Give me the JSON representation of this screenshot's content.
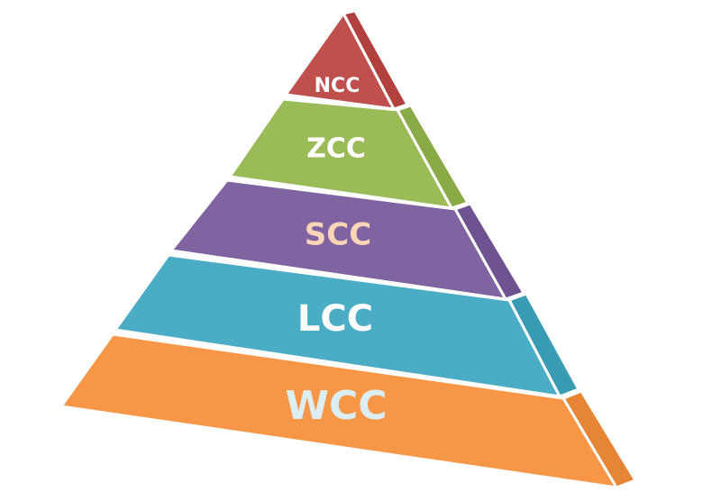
{
  "diagram": {
    "type": "pyramid",
    "tiers": [
      {
        "label": "NCC",
        "front_color": "#c0504d",
        "side_color": "#b2403d",
        "label_color": "#ffffff"
      },
      {
        "label": "ZCC",
        "front_color": "#9bbb59",
        "side_color": "#8aaa48",
        "label_color": "#ffffff"
      },
      {
        "label": "SCC",
        "front_color": "#8064a2",
        "side_color": "#6f5391",
        "label_color": "#fbd5b5"
      },
      {
        "label": "LCC",
        "front_color": "#4bacc6",
        "side_color": "#3a9bb5",
        "label_color": "#ffffff"
      },
      {
        "label": "WCC",
        "front_color": "#f79646",
        "side_color": "#e68535",
        "label_color": "#dbeef4"
      }
    ]
  }
}
